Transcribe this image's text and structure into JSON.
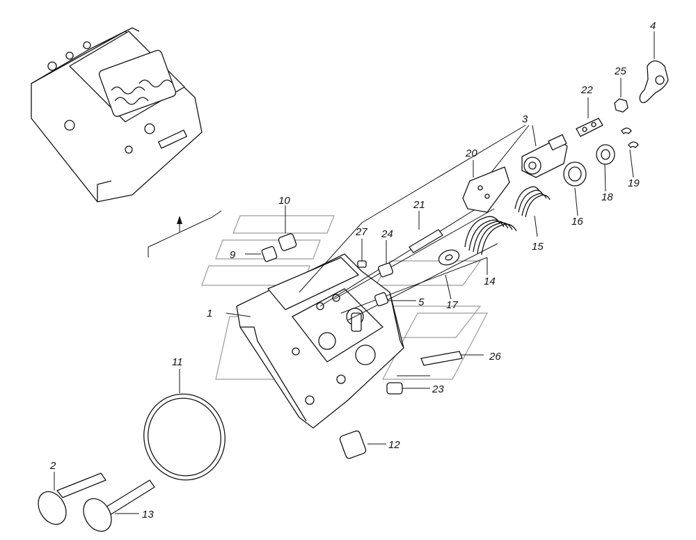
{
  "diagram": {
    "type": "exploded-parts-diagram",
    "line_color": "#111111",
    "callouts": [
      {
        "id": "c1",
        "text": "1"
      },
      {
        "id": "c2",
        "text": "2"
      },
      {
        "id": "c3",
        "text": "3"
      },
      {
        "id": "c4",
        "text": "4"
      },
      {
        "id": "c5",
        "text": "5"
      },
      {
        "id": "c9",
        "text": "9"
      },
      {
        "id": "c10",
        "text": "10"
      },
      {
        "id": "c11",
        "text": "11"
      },
      {
        "id": "c12",
        "text": "12"
      },
      {
        "id": "c13",
        "text": "13"
      },
      {
        "id": "c14",
        "text": "14"
      },
      {
        "id": "c15",
        "text": "15"
      },
      {
        "id": "c16",
        "text": "16"
      },
      {
        "id": "c17",
        "text": "17"
      },
      {
        "id": "c18",
        "text": "18"
      },
      {
        "id": "c19",
        "text": "19"
      },
      {
        "id": "c20",
        "text": "20"
      },
      {
        "id": "c21",
        "text": "21"
      },
      {
        "id": "c22",
        "text": "22"
      },
      {
        "id": "c23",
        "text": "23"
      },
      {
        "id": "c24",
        "text": "24"
      },
      {
        "id": "c25",
        "text": "25"
      },
      {
        "id": "c26",
        "text": "26"
      },
      {
        "id": "c27",
        "text": "27"
      }
    ]
  }
}
